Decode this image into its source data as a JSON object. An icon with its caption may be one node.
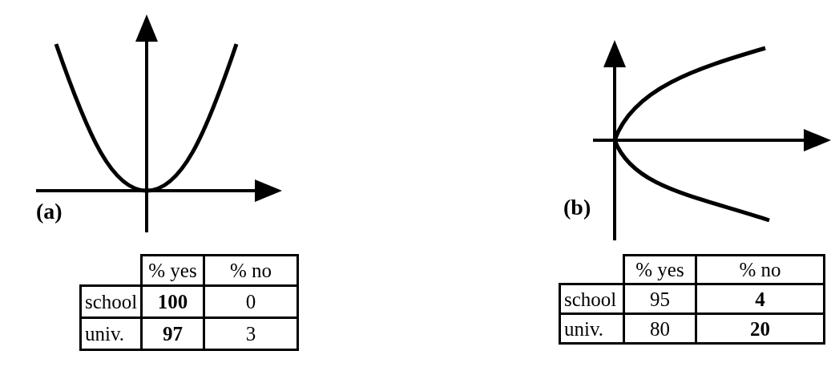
{
  "diagram": {
    "labels": [
      "(a)",
      "% yes",
      "% no",
      "school",
      "**100**",
      "0",
      "univ.",
      "**97**",
      "3",
      "(b)",
      "% yes",
      "% no",
      "school",
      "95",
      "**4**",
      "univ.",
      "80",
      "**20**"
    ]
  }
}
